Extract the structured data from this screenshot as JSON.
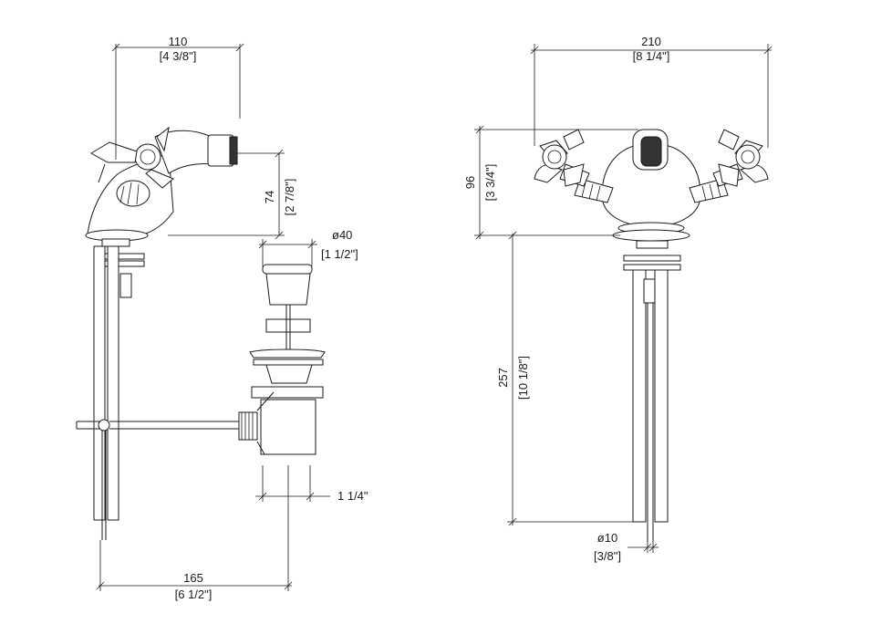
{
  "dimensions": {
    "side_width": {
      "value": "110",
      "inch": "[4 3/8\"]"
    },
    "side_height": {
      "value": "74",
      "inch": "[2 7/8\"]"
    },
    "waste_diameter": {
      "value": "ø40",
      "inch": "[1 1/2\"]"
    },
    "waste_thread": {
      "value": "1 1/4\""
    },
    "side_projection": {
      "value": "165",
      "inch": "[6 1/2\"]"
    },
    "front_width": {
      "value": "210",
      "inch": "[8 1/4\"]"
    },
    "front_height": {
      "value": "96",
      "inch": "[3 3/4\"]"
    },
    "front_length": {
      "value": "257",
      "inch": "[10 1/8\"]"
    },
    "pipe_diameter": {
      "value": "ø10",
      "inch": "[3/8\"]"
    }
  }
}
